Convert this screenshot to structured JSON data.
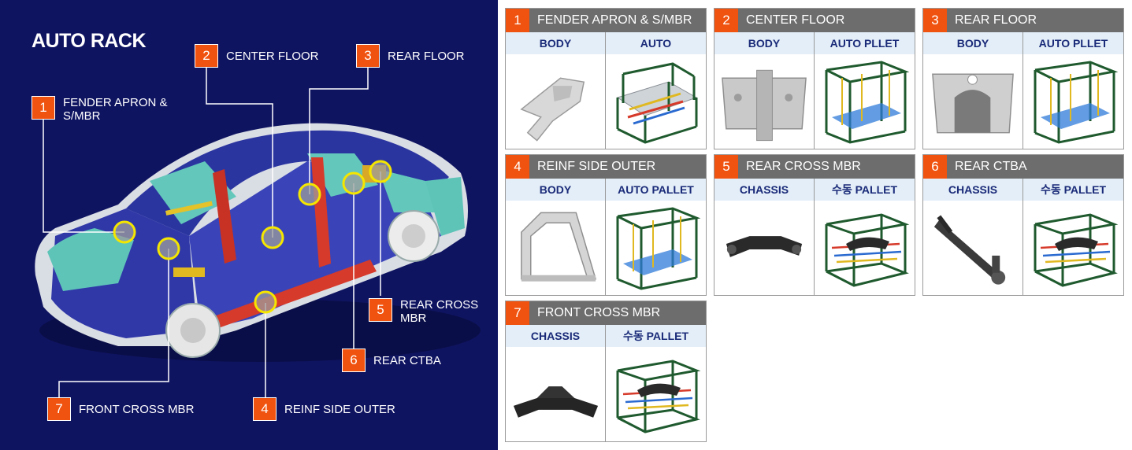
{
  "title": "AUTO RACK",
  "colors": {
    "panel_bg": "#0f1461",
    "accent_orange": "#f0520f",
    "card_header": "#6d6d6d",
    "subheader_bg": "#e3eef8",
    "subheader_text": "#1a2a78",
    "marker_yellow": "#f5e600"
  },
  "callouts": [
    {
      "num": "1",
      "label": "FENDER APRON &\nS/MBR"
    },
    {
      "num": "2",
      "label": "CENTER FLOOR"
    },
    {
      "num": "3",
      "label": "REAR FLOOR"
    },
    {
      "num": "4",
      "label": "REINF SIDE OUTER"
    },
    {
      "num": "5",
      "label": "REAR CROSS\nMBR"
    },
    {
      "num": "6",
      "label": "REAR CTBA"
    },
    {
      "num": "7",
      "label": "FRONT CROSS MBR"
    }
  ],
  "cards": [
    {
      "num": "1",
      "title": "FENDER APRON & S/MBR",
      "col_left": "BODY",
      "col_right": "AUTO",
      "part_icon": "fender-apron-part",
      "rack_icon": "auto-rack"
    },
    {
      "num": "2",
      "title": "CENTER FLOOR",
      "col_left": "BODY",
      "col_right": "AUTO PLLET",
      "part_icon": "center-floor-part",
      "rack_icon": "auto-pallet-rack"
    },
    {
      "num": "3",
      "title": "REAR FLOOR",
      "col_left": "BODY",
      "col_right": "AUTO PLLET",
      "part_icon": "rear-floor-part",
      "rack_icon": "auto-pallet-rack"
    },
    {
      "num": "4",
      "title": "REINF SIDE OUTER",
      "col_left": "BODY",
      "col_right": "AUTO PALLET",
      "part_icon": "side-outer-part",
      "rack_icon": "auto-pallet-rack"
    },
    {
      "num": "5",
      "title": "REAR CROSS MBR",
      "col_left": "CHASSIS",
      "col_right": "수동 PALLET",
      "part_icon": "rear-cross-member-part",
      "rack_icon": "manual-pallet-rack"
    },
    {
      "num": "6",
      "title": "REAR CTBA",
      "col_left": "CHASSIS",
      "col_right": "수동 PALLET",
      "part_icon": "rear-ctba-part",
      "rack_icon": "manual-pallet-rack"
    },
    {
      "num": "7",
      "title": "FRONT CROSS MBR",
      "col_left": "CHASSIS",
      "col_right": "수동 PALLET",
      "part_icon": "front-cross-member-part",
      "rack_icon": "manual-pallet-rack"
    }
  ]
}
